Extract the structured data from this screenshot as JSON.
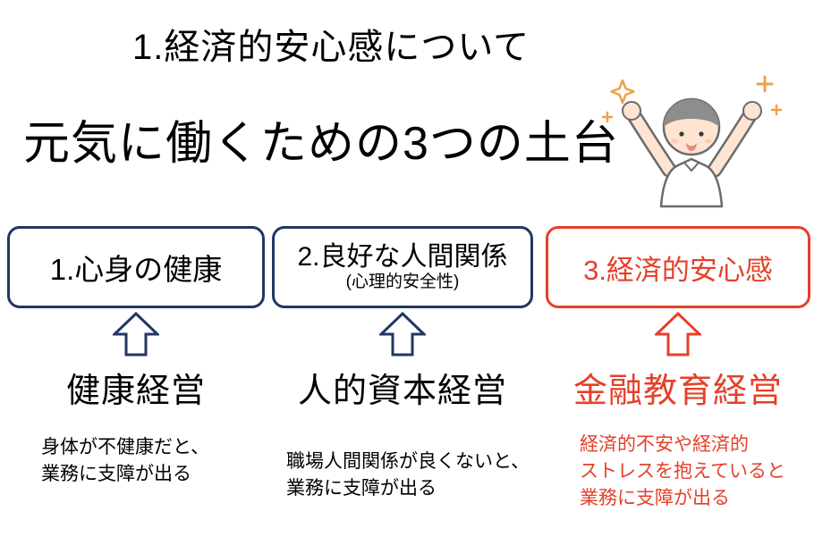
{
  "slide": {
    "title": "1.経済的安心感について",
    "subtitle": "元気に働くための3つの土台",
    "illustration": "happy-person-raising-arms",
    "columns": [
      {
        "box_label": "1.心身の健康",
        "management_label": "健康経営",
        "description": "身体が不健康だと、\n業務に支障が出る",
        "accent_color": "#1f3864"
      },
      {
        "box_label": "2.良好な人間関係",
        "box_sublabel": "(心理的安全性)",
        "management_label": "人的資本経営",
        "description": "職場人間関係が良くないと、\n業務に支障が出る",
        "accent_color": "#1f3864"
      },
      {
        "box_label": "3.経済的安心感",
        "management_label": "金融教育経営",
        "description": "経済的不安や経済的\nストレスを抱えていると\n業務に支障が出る",
        "accent_color": "#e5402a"
      }
    ]
  },
  "colors": {
    "navy": "#1f3864",
    "red": "#e5402a",
    "text": "#000000",
    "background": "#ffffff",
    "sparkle": "#f0a04b"
  }
}
